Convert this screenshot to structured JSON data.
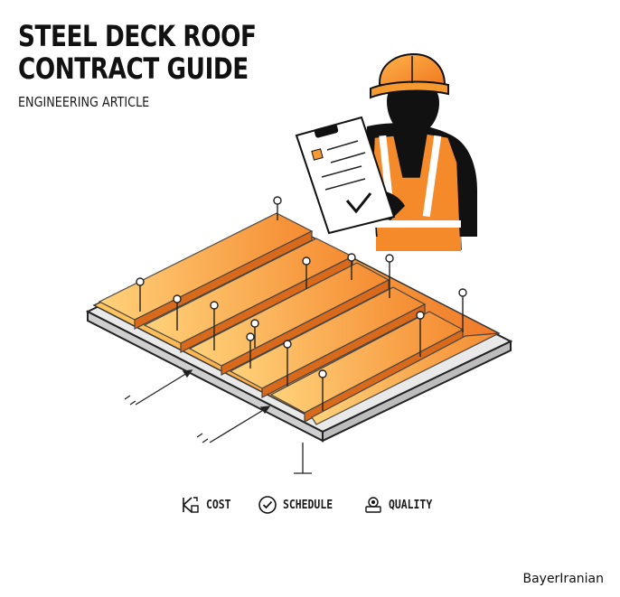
{
  "header": {
    "title_line1": "STEEL DECK ROOF",
    "title_line2": "CONTRACT GUIDE",
    "subtitle": "ENGINEERING ARTICLE"
  },
  "legend": {
    "items": [
      {
        "label": "COST",
        "icon": "cost-icon"
      },
      {
        "label": "SCHEDULE",
        "icon": "schedule-icon"
      },
      {
        "label": "QUALITY",
        "icon": "quality-icon"
      }
    ]
  },
  "footer": {
    "brand": "BayerIranian"
  },
  "colors": {
    "deck_light": "#ffc760",
    "deck_dark": "#f07a2a",
    "vest_orange": "#f58a2a",
    "helmet_orange": "#f59a30",
    "silhouette": "#111111"
  }
}
